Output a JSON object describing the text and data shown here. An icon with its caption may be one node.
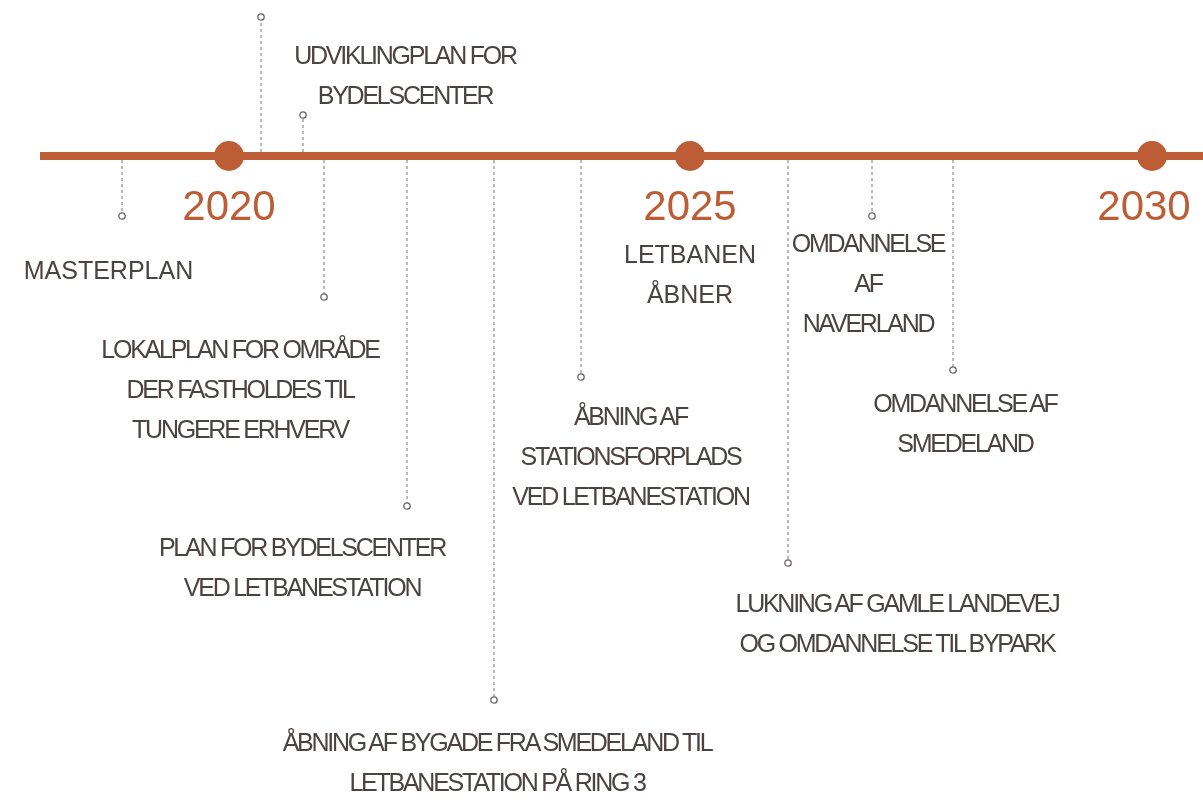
{
  "diagram": {
    "nodes": [
      {
        "text": [],
        "shape": "bar",
        "beside": [
          "2020",
          "2025",
          "2030"
        ]
      },
      {
        "text": [
          "MASTERPLAN"
        ]
      },
      {
        "text": [
          "UDVIKLINGPLAN FOR BYDELSCENTER"
        ]
      },
      {
        "text": [
          "LOKALPLAN FOR OMRÅDE DER FASTHOLDES TIL TUNGERE ERHVERV"
        ]
      },
      {
        "text": [
          "PLAN FOR BYDELSCENTER VED LETBANESTATION"
        ]
      },
      {
        "text": [
          "ÅBNING AF BYGADE FRA SMEDELAND TIL LETBANESTATION PÅ RING 3"
        ]
      },
      {
        "text": [
          "ÅBNING AF STATIONSFORPLADS VED LETBANESTATION"
        ]
      },
      {
        "text": [
          "LETBANEN ÅBNER"
        ]
      },
      {
        "text": [
          "LUKNING AF GAMLE LANDEVEJ OG OMDANNELSE TIL BYPARK"
        ]
      },
      {
        "text": [
          "OMDANNELSE AF NAVERLAND"
        ]
      },
      {
        "text": [
          "OMDANNELSE AF SMEDELAND"
        ]
      }
    ],
    "edges": [
      {
        "from": 0,
        "to": 1,
        "arrow": "other",
        "style": "dashed"
      },
      {
        "from": 0,
        "to": 2,
        "arrow": "other",
        "style": "dashed"
      },
      {
        "from": 0,
        "to": 2,
        "arrow": "other",
        "style": "dashed"
      },
      {
        "from": 0,
        "to": 3,
        "arrow": "other",
        "style": "dashed"
      },
      {
        "from": 0,
        "to": 4,
        "arrow": "other",
        "style": "dashed"
      },
      {
        "from": 0,
        "to": 5,
        "arrow": "other",
        "style": "dashed"
      },
      {
        "from": 0,
        "to": 6,
        "arrow": "other",
        "style": "dashed"
      },
      {
        "from": 0,
        "to": 8,
        "arrow": "other",
        "style": "dashed"
      },
      {
        "from": 0,
        "to": 9,
        "arrow": "other",
        "style": "dashed"
      },
      {
        "from": 0,
        "to": 10,
        "arrow": "other",
        "style": "dashed"
      }
    ]
  }
}
